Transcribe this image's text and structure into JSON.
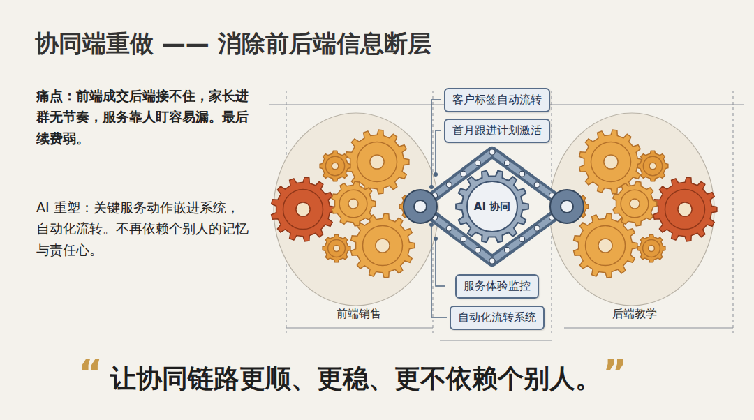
{
  "diagram": {
    "title": "协同端重做 —— 消除前后端信息断层",
    "caption": "让协同链路更顺、更稳、更不依赖个别人。",
    "nodes": [
      {
        "text": [
          "客户标签自动流转"
        ]
      },
      {
        "text": [
          "首月跟进计划激活"
        ]
      },
      {
        "text": [
          "AI 协同"
        ]
      },
      {
        "text": [
          "服务体验监控"
        ]
      },
      {
        "text": [
          "自动化流转系统"
        ]
      }
    ],
    "labels": [
      "痛点：前端成交后端接不住，家长进群无节奏，服务靠人盯容易漏。最后续费弱。",
      "AI 重塑：关键服务动作嵌进系统，自动化流转。不再依赖个别人的记忆与责任心。",
      "前端销售",
      "后端教学",
      "“",
      "”"
    ]
  }
}
